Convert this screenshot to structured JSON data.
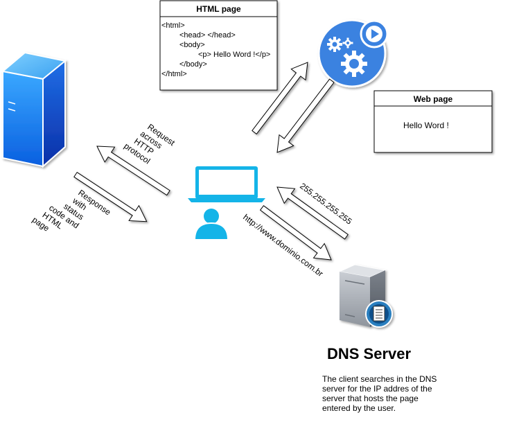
{
  "html_page": {
    "title": "HTML page",
    "code_lines": [
      "<html>",
      "<head> </head>",
      "<body>",
      "<p> Hello Word !</p>",
      "</body>",
      "</html>"
    ]
  },
  "web_page": {
    "title": "Web page",
    "content": "Hello Word !"
  },
  "labels": {
    "request": [
      "Request",
      "across",
      "HTTP",
      "protocol"
    ],
    "response": [
      "Response",
      "with",
      "status",
      "code and",
      "HTML",
      "page"
    ],
    "ip_address": "255.255.255.255",
    "url": "http://www.dominio.com.br"
  },
  "dns_server": {
    "title": "DNS Server",
    "description": [
      "The client searches in the DNS",
      "server for the IP addres of the",
      "server that hosts the page",
      "entered by the user."
    ]
  },
  "icons": {
    "web_server": "server-tower-icon",
    "app_gears": "gears-play-icon",
    "client": "laptop-user-icon",
    "dns": "dns-server-icon"
  },
  "colors": {
    "server_blue": "#1a8cff",
    "gear_blue": "#3b82e0",
    "client_cyan": "#14b4e8",
    "dns_gray": "#a8adb5"
  }
}
